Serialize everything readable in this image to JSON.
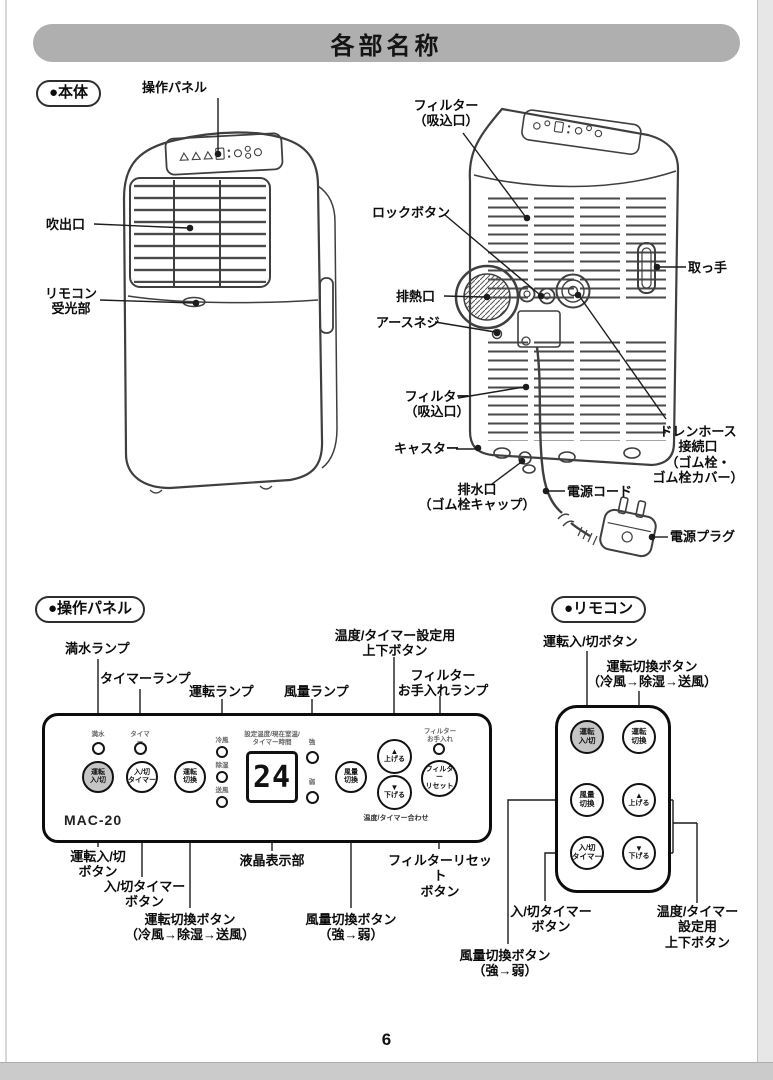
{
  "header": {
    "title": "各部名称"
  },
  "body_section": {
    "badge": "●本体",
    "labels": {
      "operation_panel": "操作パネル",
      "air_outlet": "吹出口",
      "remote_receiver": "リモコン\n受光部",
      "filter_intake_top": "フィルター\n（吸込口）",
      "lock_button": "ロックボタン",
      "exhaust_outlet": "排熱口",
      "earth_screw": "アースネジ",
      "handle": "取っ手",
      "filter_intake_bottom": "フィルター\n（吸込口）",
      "caster": "キャスター",
      "drain_outlet": "排水口\n（ゴム栓キャップ）",
      "drain_hose_port": "ドレンホース\n接続口\n（ゴム栓・\nゴム栓カバー）",
      "power_cord": "電源コード",
      "power_plug": "電源プラグ"
    }
  },
  "panel_section": {
    "badge": "●操作パネル",
    "model": "MAC-20",
    "callouts_top": {
      "full_tank_lamp": "満水ランプ",
      "timer_lamp": "タイマーランプ",
      "operation_lamp": "運転ランプ",
      "fan_lamp": "風量ランプ",
      "temp_timer_updown": "温度/タイマー設定用\n上下ボタン",
      "filter_care_lamp": "フィルター\nお手入れランプ"
    },
    "lamps": {
      "full_tank": "満水",
      "timer": "タイマー",
      "cool": "冷風",
      "dry": "除湿",
      "fan": "送風",
      "strong": "強",
      "weak": "弱",
      "filter_care": "フィルター\nお手入れ"
    },
    "buttons": {
      "power": "運転\n入/切",
      "onoff_timer": "入/切\nタイマー",
      "mode": "運転\n切換",
      "fan_speed": "風量\n切換",
      "up": "上げる",
      "down": "下げる",
      "up_icon": "▲",
      "down_icon": "▼",
      "filter_reset": "フィルター\nリセット"
    },
    "display": {
      "label": "設定温度/現在室温/\nタイマー時間",
      "value": "24"
    },
    "updown_caption": "温度/タイマー合わせ",
    "callouts_bottom": {
      "power_button": "運転入/切\nボタン",
      "onoff_timer_button": "入/切タイマー\nボタン",
      "mode_button": "運転切換ボタン\n（冷風→除湿→送風）",
      "lcd": "液晶表示部",
      "fan_speed_button": "風量切換ボタン\n（強→弱）",
      "filter_reset_button": "フィルターリセット\nボタン"
    }
  },
  "remote_section": {
    "badge": "●リモコン",
    "callouts": {
      "power_button": "運転入/切ボタン",
      "mode_button": "運転切換ボタン\n（冷風→除湿→送風）",
      "onoff_timer_button": "入/切タイマー\nボタン",
      "temp_timer_updown": "温度/タイマー\n設定用\n上下ボタン",
      "fan_speed_button": "風量切換ボタン\n（強→弱）"
    },
    "buttons": {
      "power": "運転\n入/切",
      "mode": "運転\n切換",
      "fan_speed": "風量\n切換",
      "onoff_timer": "入/切\nタイマー",
      "up": "上げる",
      "down": "下げる",
      "up_icon": "▲",
      "down_icon": "▼"
    }
  },
  "footer": {
    "page_number": "6"
  },
  "colors": {
    "header_bar": "#afafaf",
    "button_shaded": "#c5c5c5",
    "line_art": "#3f3f3f"
  }
}
